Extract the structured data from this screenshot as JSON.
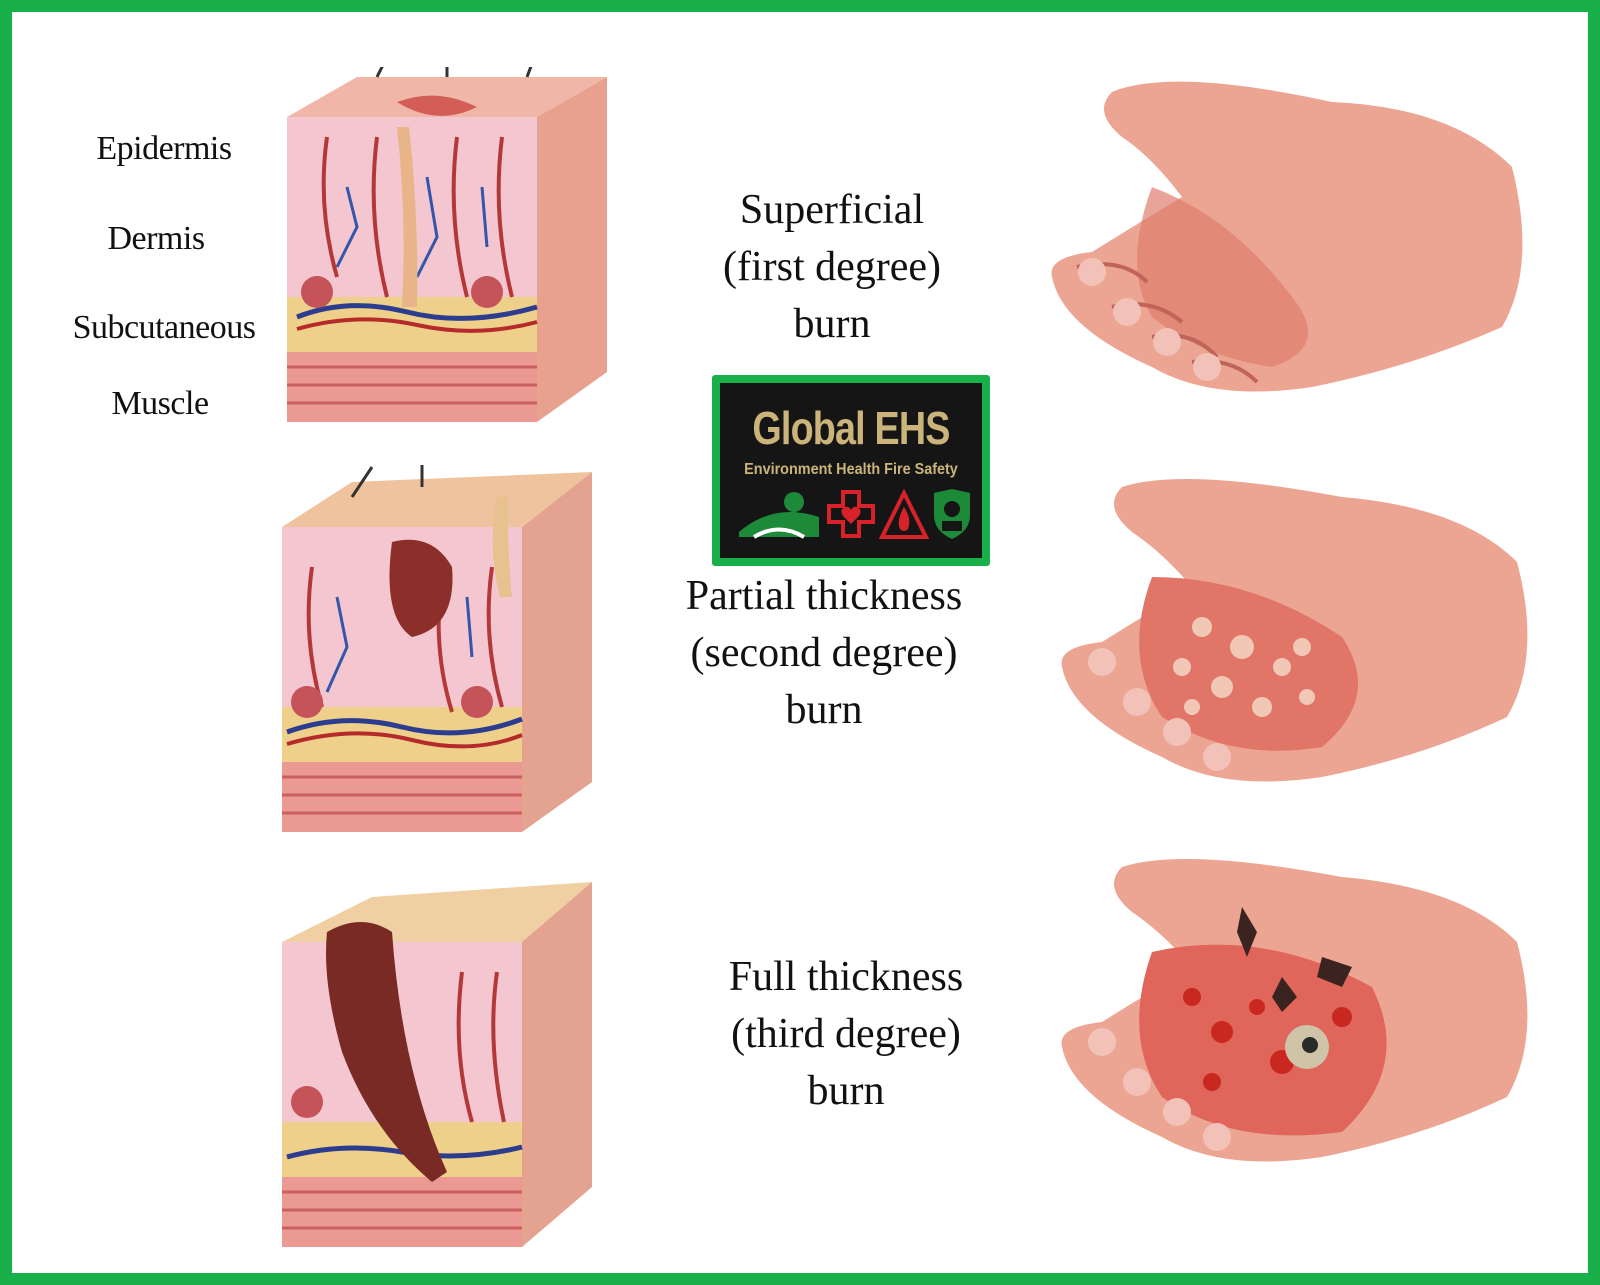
{
  "layers": {
    "epidermis": "Epidermis",
    "dermis": "Dermis",
    "subcutaneous": "Subcutaneous",
    "muscle": "Muscle"
  },
  "burns": [
    {
      "line1": "Superficial",
      "line2": "(first degree)",
      "line3": "burn"
    },
    {
      "line1": "Partial thickness",
      "line2": "(second degree)",
      "line3": "burn"
    },
    {
      "line1": "Full thickness",
      "line2": "(third degree)",
      "line3": "burn"
    }
  ],
  "logo": {
    "title": "Global EHS",
    "subtitle": "Environment Health Fire Safety"
  },
  "colors": {
    "frame": "#19b04a",
    "logo_bg": "#151515",
    "logo_text": "#cbb47a",
    "logo_red": "#d8222a",
    "logo_green": "#1d8a3a"
  }
}
